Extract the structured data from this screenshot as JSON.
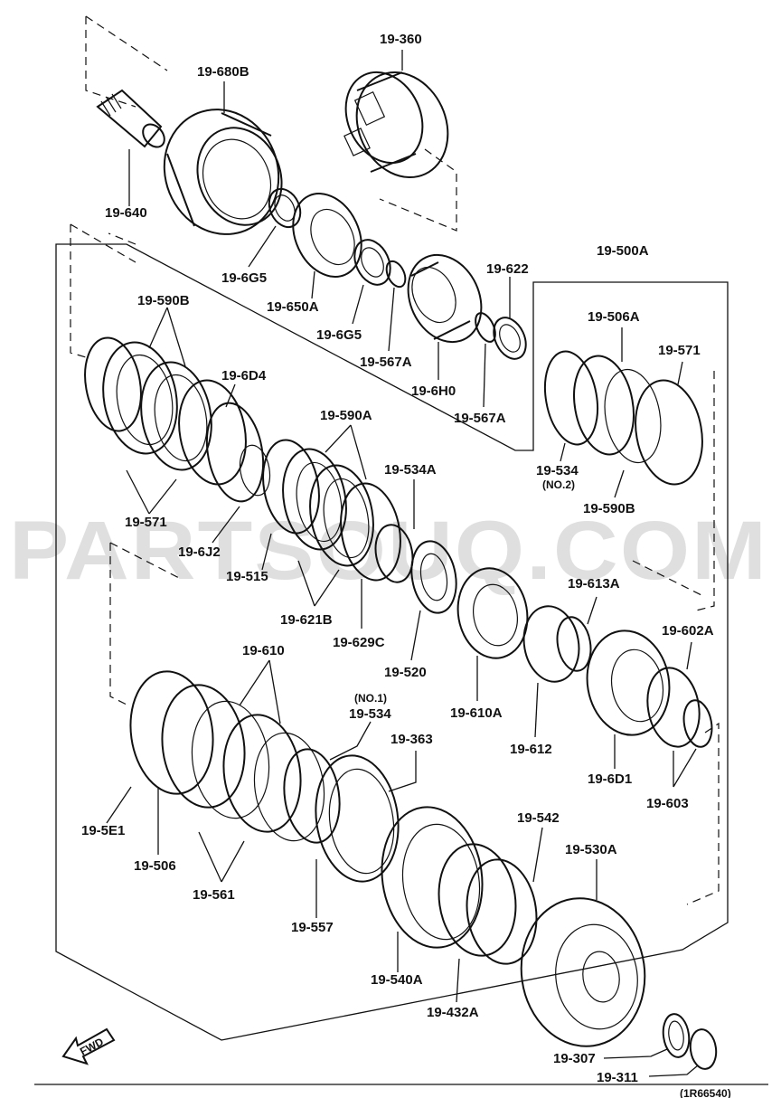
{
  "watermark": "PARTSOUQ.COM",
  "footer_code": "(1R66540)",
  "fwd_label": "FWD",
  "parts": {
    "p19_360": "19-360",
    "p19_680B": "19-680B",
    "p19_640": "19-640",
    "p19_6G5_a": "19-6G5",
    "p19_650A": "19-650A",
    "p19_6G5_b": "19-6G5",
    "p19_567A_a": "19-567A",
    "p19_622": "19-622",
    "p19_6H0": "19-6H0",
    "p19_567A_b": "19-567A",
    "p19_500A": "19-500A",
    "p19_506A": "19-506A",
    "p19_571_a": "19-571",
    "p19_590B_a": "19-590B",
    "p19_6D4": "19-6D4",
    "p19_590A": "19-590A",
    "p19_534A": "19-534A",
    "p19_534_no2": "19-534",
    "no2": "(NO.2)",
    "p19_590B_b": "19-590B",
    "p19_571_b": "19-571",
    "p19_6J2": "19-6J2",
    "p19_515": "19-515",
    "p19_621B": "19-621B",
    "p19_629C": "19-629C",
    "p19_520": "19-520",
    "p19_610A": "19-610A",
    "p19_613A": "19-613A",
    "p19_612": "19-612",
    "p19_602A": "19-602A",
    "p19_6D1": "19-6D1",
    "p19_603": "19-603",
    "p19_610": "19-610",
    "no1": "(NO.1)",
    "p19_534_no1": "19-534",
    "p19_363": "19-363",
    "p19_5E1": "19-5E1",
    "p19_506": "19-506",
    "p19_561": "19-561",
    "p19_557": "19-557",
    "p19_542": "19-542",
    "p19_530A": "19-530A",
    "p19_540A": "19-540A",
    "p19_432A": "19-432A",
    "p19_307": "19-307",
    "p19_311": "19-311"
  }
}
